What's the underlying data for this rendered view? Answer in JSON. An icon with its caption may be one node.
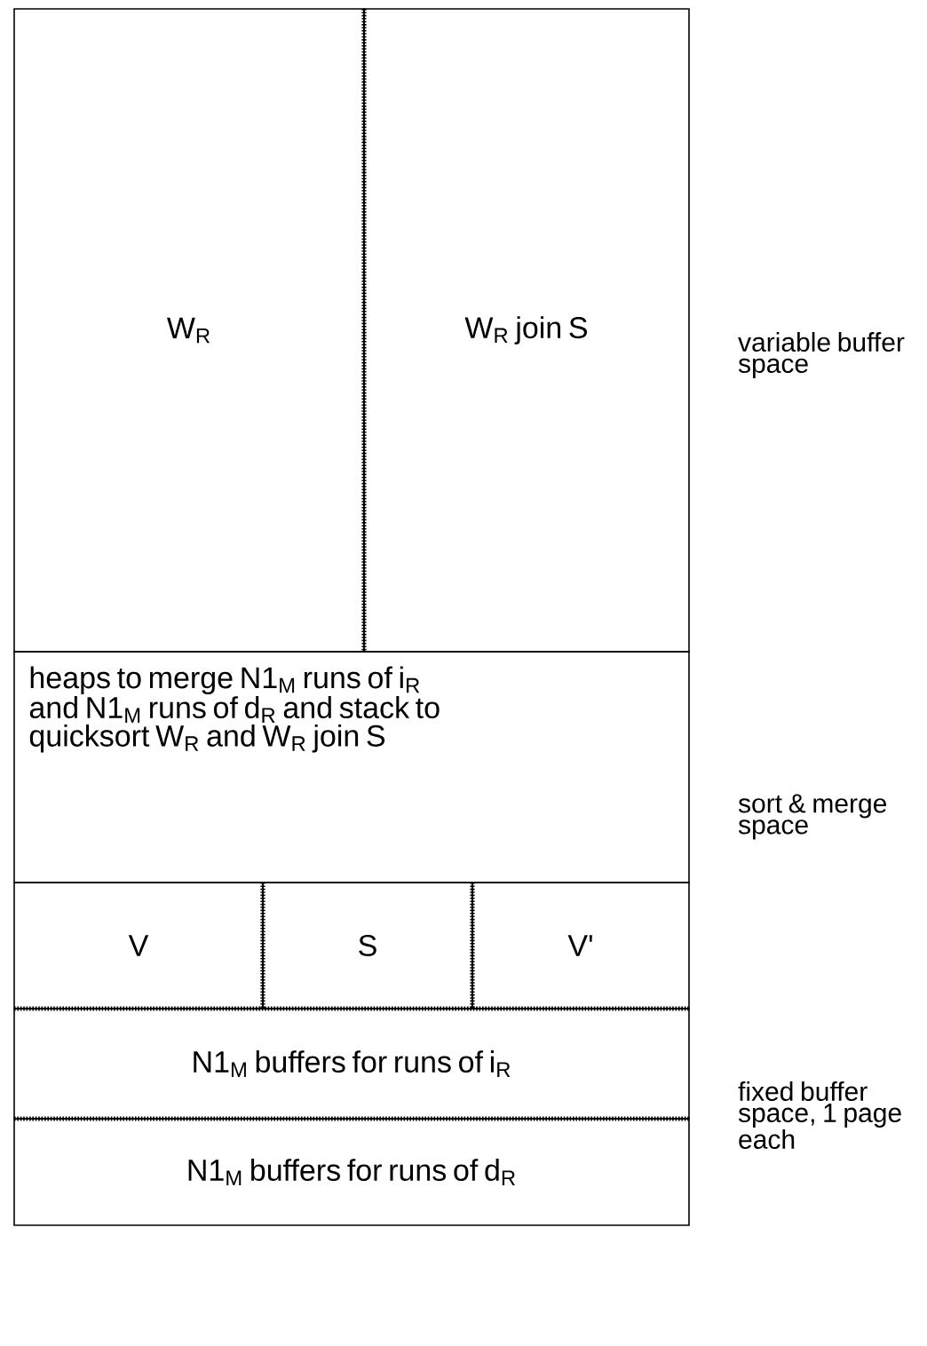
{
  "diagram": {
    "nodes": [
      {
        "text": [
          "W$_{R}$"
        ]
      },
      {
        "text": [
          "W$_{R}$ join S"
        ]
      },
      {
        "text": [
          "heaps to merge N1$_{M}$ runs of i$_{R}$ and N1$_{M}$ runs of d$_{R}$ and stack to quicksort W$_{R}$ and W$_{R}$ join S"
        ]
      },
      {
        "text": [
          "V"
        ]
      },
      {
        "text": [
          "S"
        ]
      },
      {
        "text": [
          "V'"
        ]
      },
      {
        "text": [
          "N1$_{M}$ buffers for runs of i$_{R}$"
        ]
      },
      {
        "text": [
          "N1$_{M}$ buffers for runs of d$_{R}$"
        ]
      }
    ],
    "labels": [
      "variable buffer space",
      "sort & merge space",
      "fixed buffer space, 1 page each"
    ]
  }
}
